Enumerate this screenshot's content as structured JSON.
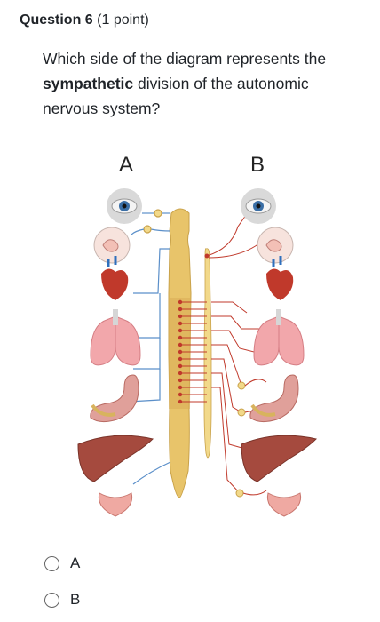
{
  "question": {
    "number_label": "Question 6",
    "points_label": "(1 point)",
    "text_before": "Which side of the diagram represents the ",
    "text_bold": "sympathetic",
    "text_after": " division of the autonomic nervous system?"
  },
  "diagram": {
    "label_a": "A",
    "label_b": "B"
  },
  "options": [
    {
      "label": "A",
      "selected": false
    },
    {
      "label": "B",
      "selected": false
    }
  ],
  "colors": {
    "nerve_blue": "#5b8fc9",
    "nerve_red": "#c0392b",
    "spinal_cord": "#e8c46a",
    "spinal_cord_dark": "#c9a24a",
    "chain": "#f2d98a"
  }
}
